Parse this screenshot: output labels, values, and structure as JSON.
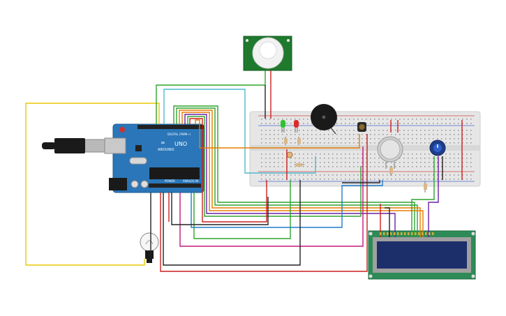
{
  "arduino": {
    "brand_label": "ARDUINO",
    "model_label": "UNO",
    "digital_label": "DIGITAL (PWM~)",
    "power_label": "POWER",
    "analog_label": "ANALOG IN"
  },
  "lcd": {
    "text_line_1": "",
    "text_line_2": ""
  },
  "colors": {
    "arduino_board": "#2a76b8",
    "breadboard": "#e6e6e6",
    "lcd_board": "#2e8b57",
    "lcd_screen": "#1d2f6b",
    "pir_board": "#1f7a2e",
    "buzzer": "#1a1a1a",
    "wire_yellow": "#e8c800",
    "wire_green": "#2fa32f",
    "wire_red": "#cc1f1f",
    "wire_orange": "#e57c00",
    "wire_blue": "#1f7acc",
    "wire_purple": "#6a1fa3",
    "wire_magenta": "#c2187a",
    "wire_cyan": "#4fb8d0",
    "wire_black": "#222222"
  }
}
